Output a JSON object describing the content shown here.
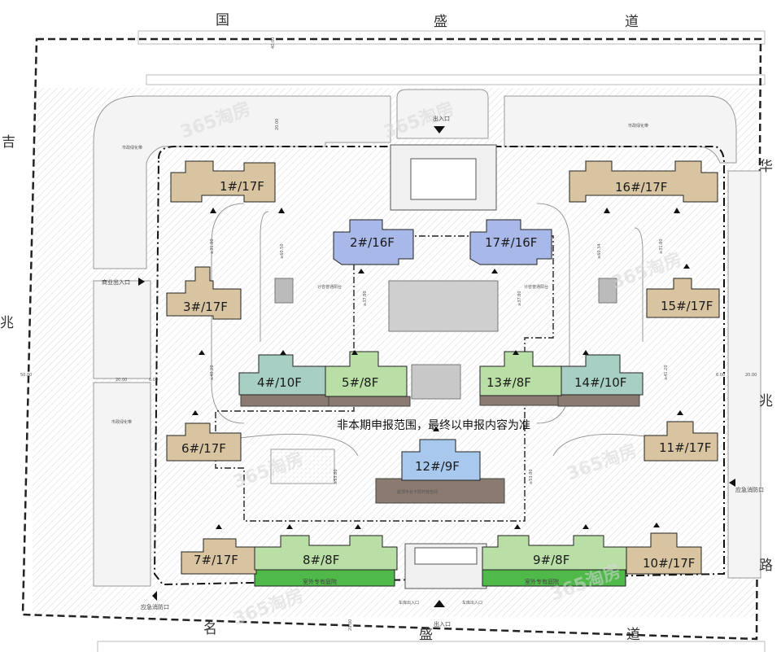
{
  "roads": {
    "north": [
      "国",
      "盛",
      "道"
    ],
    "south": [
      "名",
      "盛",
      "道"
    ],
    "west": [
      "吉",
      "兆"
    ],
    "east": [
      "华",
      "兆",
      "路"
    ]
  },
  "entrances": {
    "north_main": "出入口",
    "south_main": "出入口",
    "west_commercial": "商业出入口",
    "east_emergency": "应急消防口",
    "southwest_emergency": "应急消防口",
    "vehicle_1": "车库出入口",
    "vehicle_2": "车库出入口"
  },
  "buildings": [
    {
      "id": "b1",
      "label": "1#/17F",
      "type": "tan"
    },
    {
      "id": "b2",
      "label": "2#/16F",
      "type": "blue"
    },
    {
      "id": "b3",
      "label": "3#/17F",
      "type": "tan"
    },
    {
      "id": "b4",
      "label": "4#/10F",
      "type": "teal"
    },
    {
      "id": "b5",
      "label": "5#/8F",
      "type": "green"
    },
    {
      "id": "b6",
      "label": "6#/17F",
      "type": "tan"
    },
    {
      "id": "b7",
      "label": "7#/17F",
      "type": "tan"
    },
    {
      "id": "b8",
      "label": "8#/8F",
      "type": "green"
    },
    {
      "id": "b9",
      "label": "9#/8F",
      "type": "green"
    },
    {
      "id": "b10",
      "label": "10#/17F",
      "type": "tan"
    },
    {
      "id": "b11",
      "label": "11#/17F",
      "type": "tan"
    },
    {
      "id": "b12",
      "label": "12#/9F",
      "type": "blue"
    },
    {
      "id": "b13",
      "label": "13#/8F",
      "type": "green"
    },
    {
      "id": "b14",
      "label": "14#/10F",
      "type": "teal"
    },
    {
      "id": "b15",
      "label": "15#/17F",
      "type": "tan"
    },
    {
      "id": "b16",
      "label": "16#/17F",
      "type": "tan"
    },
    {
      "id": "b17",
      "label": "17#/16F",
      "type": "blue"
    }
  ],
  "notes": {
    "scope_note": "非本期申报范围，最终以申报内容为准",
    "courtyard_left": "室外专有庭院",
    "courtyard_right": "室外专有庭院",
    "green_belt_nw": "市政绿化带",
    "green_belt_ne": "市政绿化带",
    "green_belt_w": "市政绿化带",
    "balcony_left": "计容普通阳台",
    "balcony_right": "计容普通阳台",
    "platform": "屋顶平台下层开放空间"
  },
  "dimensions": {
    "d_north": "40.00",
    "d_top": "20.00",
    "d_west": "50.00",
    "d_west2": "20.00",
    "d_east": "20.00",
    "d_south": "20.00",
    "d_3180a": "≥31.80",
    "d_3180b": "≥31.80",
    "d_3780a": "≥37.80",
    "d_3780b": "≥37.80",
    "d_5380a": "≥53.80",
    "d_5380b": "≥53.80",
    "d_6034": "≥60.34",
    "d_6050": "≥60.50",
    "d_4120": "≥41.20",
    "d_4020": "≥40.20",
    "d_600a": "6.00",
    "d_600b": "6.00"
  },
  "watermark": "365淘房",
  "colors": {
    "tan": "#d8c4a0",
    "blue": "#a8b8e8",
    "teal": "#a8cfc4",
    "green": "#b9dfa6",
    "deep_green": "#4fb94a",
    "podium": "#8a7a70",
    "outline": "#222222"
  }
}
